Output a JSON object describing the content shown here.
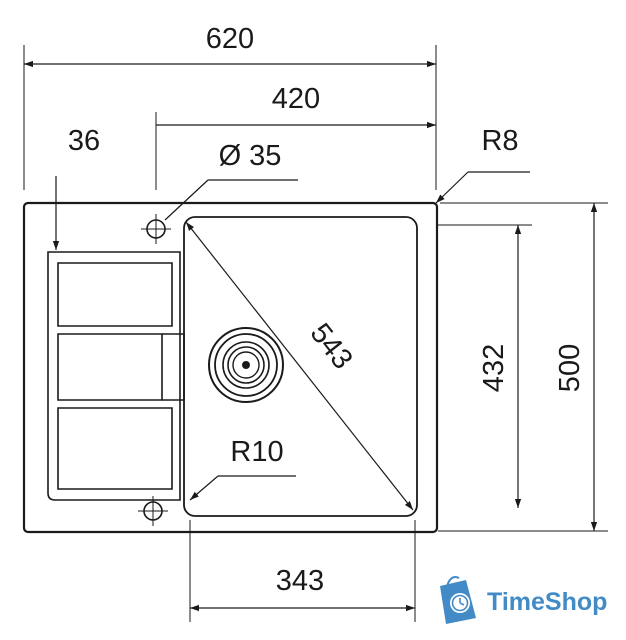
{
  "dimensions": {
    "overall_width": "620",
    "bowl_offset_width": "420",
    "edge_offset": "36",
    "tap_hole": "Ø 35",
    "corner_radius_outer": "R8",
    "diagonal": "543",
    "corner_radius_bowl": "R10",
    "bowl_depth": "432",
    "overall_depth": "500",
    "bowl_width": "343"
  },
  "watermark": {
    "brand": "TimeShop",
    "color": "#2f7fc1"
  },
  "colors": {
    "line": "#1a1a1a",
    "background": "#ffffff"
  }
}
